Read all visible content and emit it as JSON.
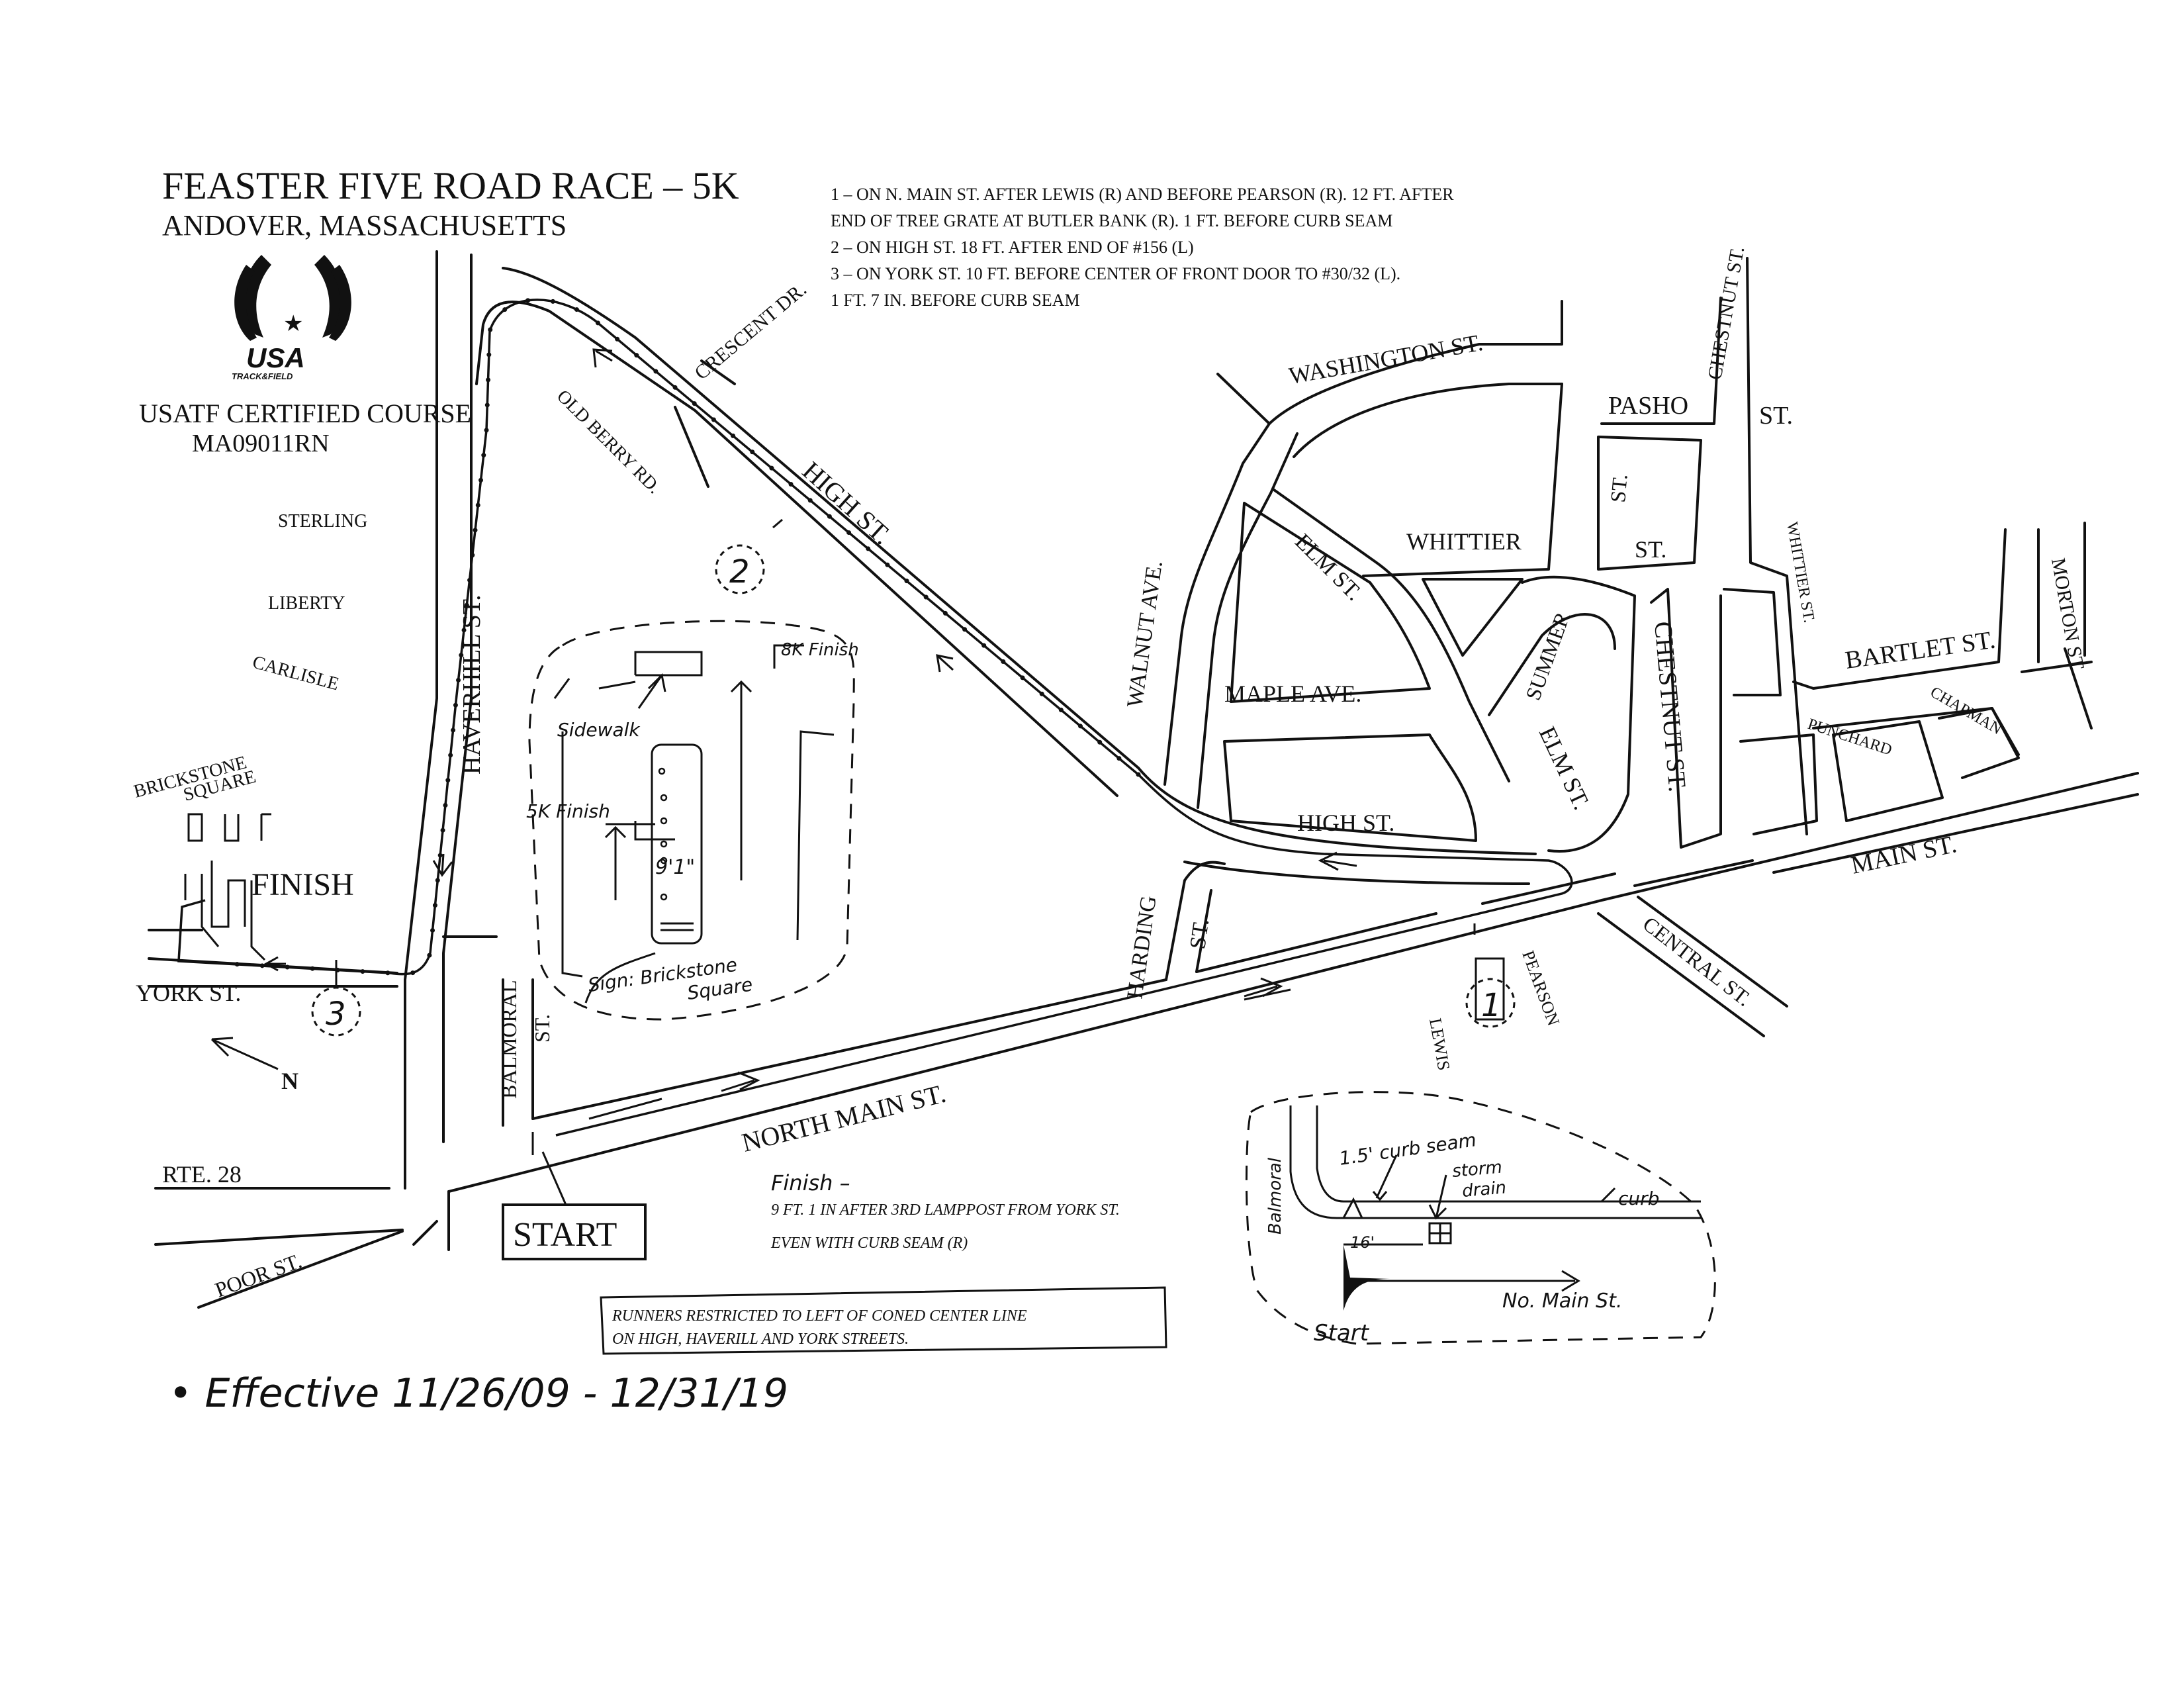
{
  "title": {
    "line1": "FEASTER FIVE ROAD RACE – 5K",
    "line2": "ANDOVER, MASSACHUSETTS"
  },
  "logo": {
    "text": "USA",
    "subtext": "TRACK&FIELD",
    "icon": "usatf-wings-icon"
  },
  "certification": {
    "line1": "USATF CERTIFIED COURSE",
    "line2": "MA09011RN"
  },
  "notes": [
    "1 – ON N. MAIN ST. AFTER LEWIS (R) AND BEFORE PEARSON (R). 12 FT. AFTER",
    "END OF TREE GRATE AT BUTLER BANK (R). 1 FT. BEFORE CURB SEAM",
    "2 – ON HIGH ST. 18 FT. AFTER END OF #156 (L)",
    "3 – ON YORK ST. 10 FT. BEFORE CENTER OF FRONT DOOR TO #30/32 (L).",
    "1 FT. 7 IN. BEFORE CURB SEAM"
  ],
  "streets": {
    "washington": "WASHINGTON ST.",
    "chestnut_top": "CHESTNUT ST.",
    "pasho": "PASHO",
    "st_right": "ST.",
    "crescent": "CRESCENT DR.",
    "old_berry": "OLD BERRY RD.",
    "high_diag": "HIGH ST.",
    "high_low": "HIGH ST.",
    "walnut": "WALNUT AVE.",
    "elm_upper": "ELM ST.",
    "whittier": "WHITTIER",
    "st_a": "ST.",
    "st_b": "ST.",
    "whittier_st": "WHITTIER ST.",
    "bartlet": "BARTLET ST.",
    "morton": "MORTON ST.",
    "maple": "MAPLE AVE.",
    "summer": "SUMMER",
    "elm_lower": "ELM ST.",
    "chestnut": "CHESTNUT ST.",
    "punchard": "PUNCHARD",
    "chapman": "CHAPMAN",
    "main": "MAIN ST.",
    "central": "CENTRAL ST.",
    "harding": "HARDING",
    "harding_st": "ST.",
    "lewis": "LEWIS",
    "pearson": "PEARSON",
    "north_main": "NORTH MAIN ST.",
    "balmoral": "BALMORAL",
    "balmoral_st": "ST.",
    "haverhill": "HAVERHILL ST.",
    "sterling": "STERLING",
    "liberty": "LIBERTY",
    "carlisle": "CARLISLE",
    "brickstone": "BRICKSTONE",
    "square": "SQUARE",
    "york": "YORK ST.",
    "rte28": "RTE. 28",
    "poor": "POOR ST."
  },
  "markers": {
    "split1": "1",
    "split2": "2",
    "split3": "3",
    "finish": "FINISH",
    "start": "START",
    "north": "N"
  },
  "finish_inset": {
    "sidewalk": "Sidewalk",
    "finish_8k": "8K Finish",
    "finish_5k": "5K Finish",
    "distance": "9'1\"",
    "sign_line1": "Sign: Brickstone",
    "sign_line2": "Square"
  },
  "start_inset": {
    "curb_seam": "1.5' curb seam",
    "storm_line1": "storm",
    "storm_line2": "drain",
    "curb": "curb",
    "balmoral": "Balmoral",
    "distance": "16'",
    "direction": "No. Main St.",
    "start": "Start"
  },
  "finish_note": {
    "heading": "Finish –",
    "line1": "9 FT. 1 IN AFTER 3RD LAMPPOST FROM YORK ST.",
    "line2": "EVEN WITH CURB SEAM (R)"
  },
  "restriction": {
    "line1": "RUNNERS RESTRICTED TO LEFT OF CONED CENTER LINE",
    "line2": "ON HIGH, HAVERILL AND YORK STREETS."
  },
  "effective": "• Effective 11/26/09 - 12/31/19"
}
